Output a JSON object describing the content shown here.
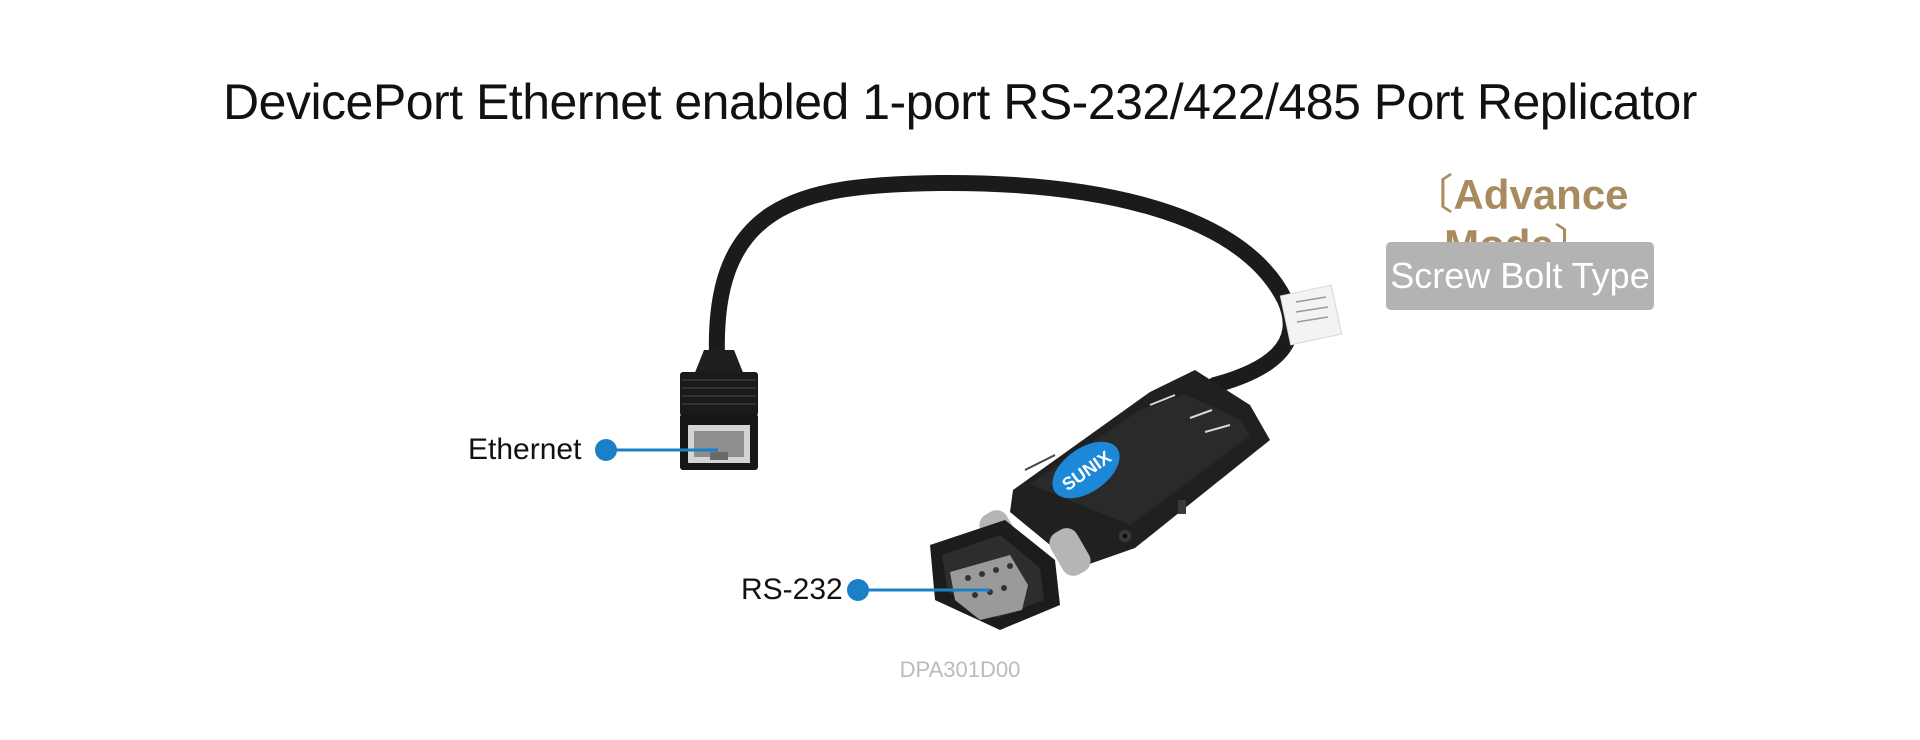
{
  "page": {
    "title": "DevicePort Ethernet enabled 1-port RS-232/422/485 Port Replicator"
  },
  "mode": {
    "bracket_left": "〔",
    "label": "Advance Mode",
    "bracket_right": "〕",
    "type_badge": "Screw Bolt Type"
  },
  "callouts": [
    {
      "label": "Ethernet"
    },
    {
      "label": "RS-232"
    }
  ],
  "product": {
    "brand_logo_text": "SUNIX",
    "model": "DPA301D00"
  },
  "colors": {
    "title": "#111111",
    "accent_gold": "#A88B5E",
    "badge_bg": "#B3B3B3",
    "callout_blue": "#1A80C8",
    "cable_black": "#1B1B1B",
    "logo_blue": "#1E88D8",
    "model_text": "#BBBBBB"
  },
  "icons": [
    "ethernet-port-icon",
    "rs232-connector-icon",
    "callout-dot-icon"
  ]
}
